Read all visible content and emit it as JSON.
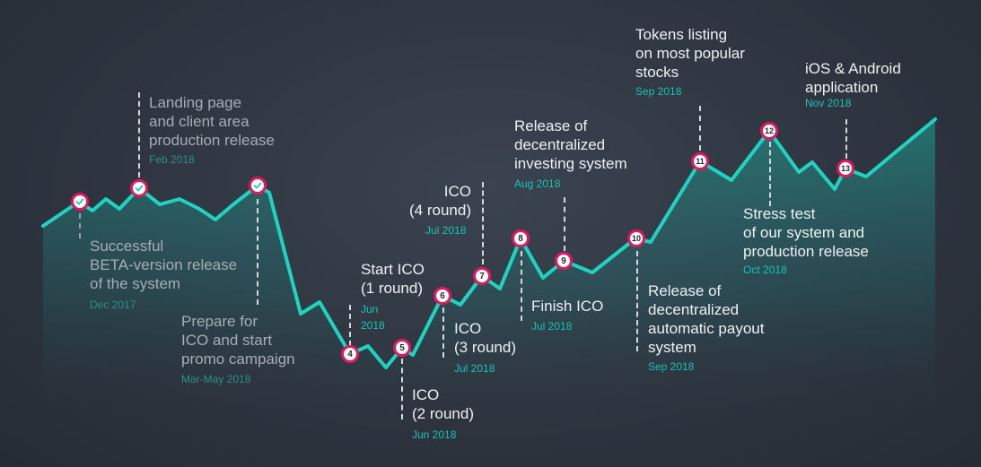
{
  "colors": {
    "line": "#1fd3bf",
    "node_ring": "#e0195f",
    "accent": "#19c3b3"
  },
  "milestones": [
    {
      "node": "check",
      "label": "Successful\nBETA-version release\nof the system",
      "date": "Dec 2017"
    },
    {
      "node": "check",
      "label": "Landing page\nand client area\nproduction release",
      "date": "Feb 2018"
    },
    {
      "node": "check",
      "label": "Prepare for\nICO and start\npromo campaign",
      "date": "Mar-May 2018"
    },
    {
      "node": "4",
      "label": "Start ICO\n(1 round)",
      "date": "Jun\n2018"
    },
    {
      "node": "5",
      "label": "ICO\n(2 round)",
      "date": "Jun 2018"
    },
    {
      "node": "6",
      "label": "ICO\n(3 round)",
      "date": "Jul 2018"
    },
    {
      "node": "7",
      "label": "ICO\n(4 round)",
      "date": "Jul 2018"
    },
    {
      "node": "8",
      "label": "Finish ICO",
      "date": "Jul 2018"
    },
    {
      "node": "9",
      "label": "Release of\ndecentralized\ninvesting system",
      "date": "Aug 2018"
    },
    {
      "node": "10",
      "label": "Release of\ndecentralized\nautomatic payout\nsystem",
      "date": "Sep 2018"
    },
    {
      "node": "11",
      "label": "Tokens listing\non most popular\nstocks",
      "date": "Sep 2018"
    },
    {
      "node": "12",
      "label": "Stress test\nof our system and\nproduction release",
      "date": "Oct 2018"
    },
    {
      "node": "13",
      "label": "iOS & Android\napplication",
      "date": "Nov 2018"
    }
  ]
}
